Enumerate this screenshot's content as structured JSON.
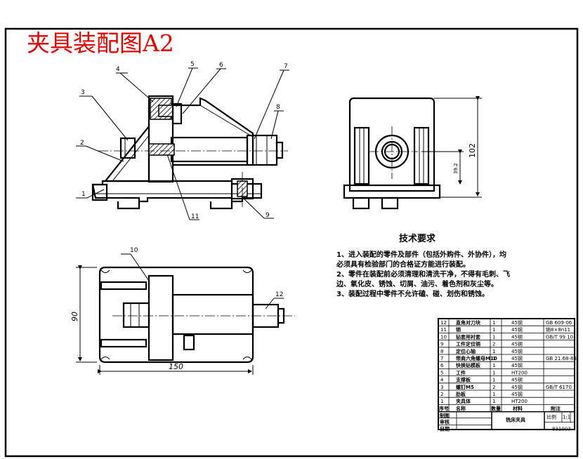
{
  "drawing_title": "夹具装配图A2",
  "balloons": [
    "1",
    "2",
    "3",
    "4",
    "5",
    "6",
    "7",
    "8",
    "9",
    "10",
    "11",
    "12"
  ],
  "dimensions": {
    "height": "102",
    "sub_height": "39.2",
    "width": "150",
    "side_height": "90"
  },
  "technical_requirements": {
    "heading": "技术要求",
    "lines": [
      "1、进入装配的零件及部件（包括外购件、外协件），均",
      "必须具有检验部门的合格证方能进行装配。",
      "2、零件在装配前必须清理和清洗干净，不得有毛刺、飞",
      "边、氧化皮、锈蚀、切屑、油污、着色剂和灰尘等。",
      "3、装配过程中零件不允许磕、碰、划伤和锈蚀。"
    ]
  },
  "parts_list": {
    "rows": [
      {
        "no": "12",
        "name": "直角对刀块",
        "qty": "1",
        "material": "45钢",
        "standard": "GB 609-06"
      },
      {
        "no": "11",
        "name": "销",
        "qty": "1",
        "material": "45钢",
        "standard": "销8×8n11"
      },
      {
        "no": "10",
        "name": "钻套用衬套",
        "qty": "1",
        "material": "45钢",
        "standard": "GB/T 99 10"
      },
      {
        "no": "9",
        "name": "工件定位销",
        "qty": "2",
        "material": "45钢",
        "standard": ""
      },
      {
        "no": "8",
        "name": "定位心轴",
        "qty": "1",
        "material": "45钢",
        "standard": ""
      },
      {
        "no": "7",
        "name": "带肩六角螺母M10",
        "qty": "1",
        "material": "45钢",
        "standard": "GB 21.68-85"
      },
      {
        "no": "6",
        "name": "快换钻模板",
        "qty": "1",
        "material": "45钢",
        "standard": ""
      },
      {
        "no": "5",
        "name": "工件",
        "qty": "1",
        "material": "HT200",
        "standard": ""
      },
      {
        "no": "4",
        "name": "支撑板",
        "qty": "1",
        "material": "45钢",
        "standard": ""
      },
      {
        "no": "3",
        "name": "螺钉M5",
        "qty": "2",
        "material": "45钢",
        "standard": "GB/T 6170"
      },
      {
        "no": "2",
        "name": "肋板",
        "qty": "1",
        "material": "45钢",
        "standard": ""
      },
      {
        "no": "1",
        "name": "夹具体",
        "qty": "1",
        "material": "HT200",
        "standard": ""
      }
    ],
    "header": {
      "no": "序号",
      "name": "名称",
      "qty": "数量",
      "material": "材料",
      "remark": "附注"
    },
    "title_block": {
      "row1": "制图",
      "row2": "审核",
      "row3": "日期",
      "name": "铣床夹具",
      "scale_label": "比例",
      "scale_value": "1:1",
      "code": "831003"
    }
  }
}
